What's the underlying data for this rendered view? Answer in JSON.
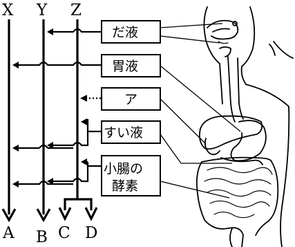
{
  "top_labels": {
    "x": "X",
    "y": "Y",
    "z": "Z"
  },
  "bottom_labels": {
    "a": "A",
    "b": "B",
    "c": "C",
    "d": "D"
  },
  "boxes": {
    "saliva": "だ液",
    "gastric": "胃液",
    "unknown": "ア",
    "pancreatic": "すい液",
    "intestinal_line1": "小腸の",
    "intestinal_line2": "酵素"
  },
  "colors": {
    "stroke": "#000000",
    "background": "#ffffff"
  }
}
